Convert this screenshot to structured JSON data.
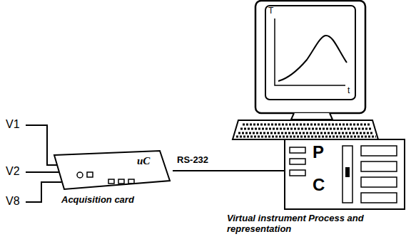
{
  "diagram": {
    "nodes": [
      {
        "text": [
          "uC",
          "Acquisition card"
        ]
      },
      {
        "text": [
          "P",
          "C"
        ]
      }
    ],
    "edges": [
      {
        "from": 0,
        "to": 1,
        "arrow": "none",
        "label": "RS-232"
      }
    ],
    "labels": [
      "V1",
      "V2",
      "V8",
      "T",
      "t",
      "Virtual instrument Process and representation"
    ]
  }
}
